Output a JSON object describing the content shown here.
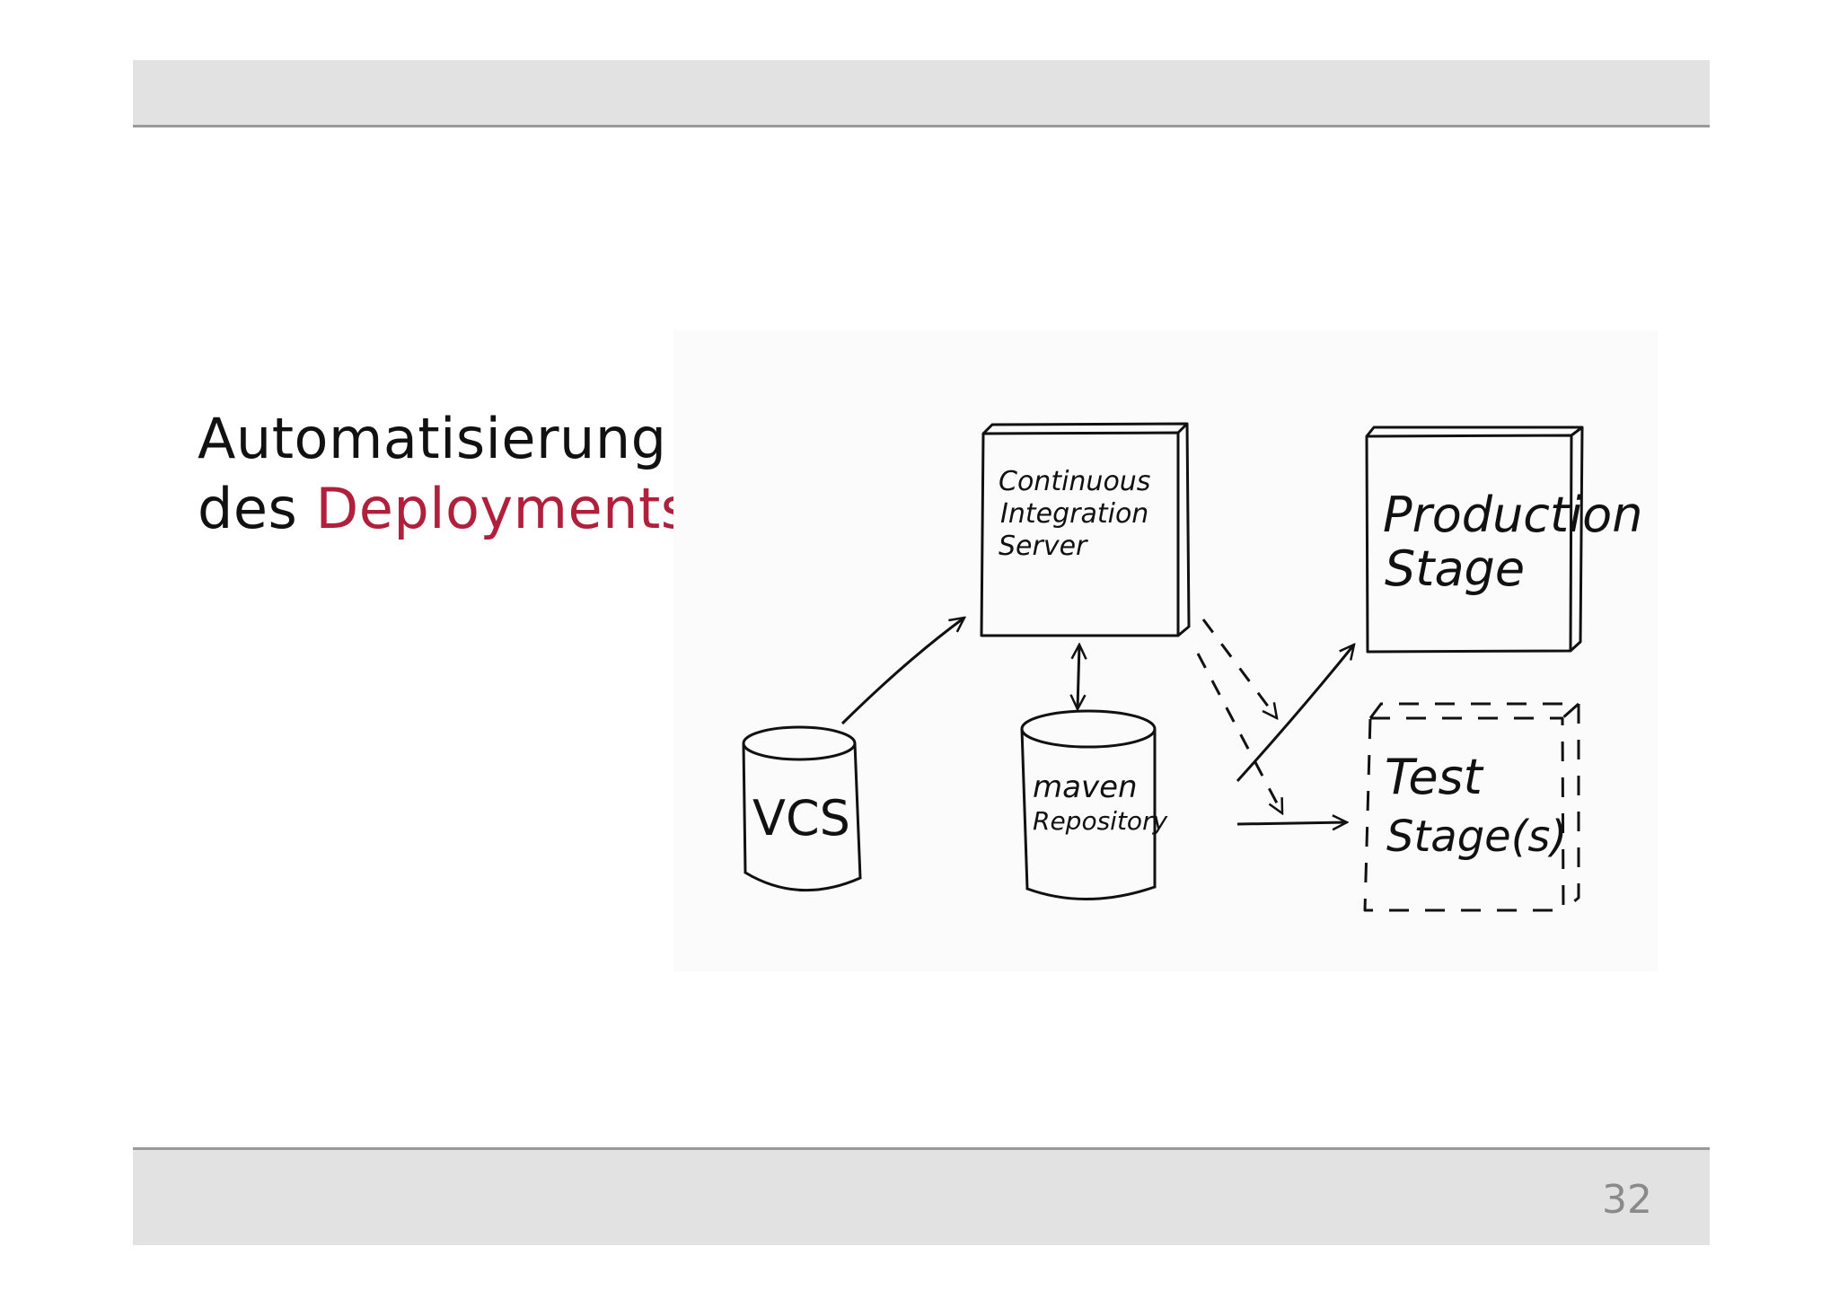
{
  "header": {},
  "slide": {
    "title_line1": "Automatisierung",
    "title_line2_prefix": "des",
    "title_line2_accent": "Deployments",
    "accent_color": "#b0203c"
  },
  "diagram": {
    "ci_server": {
      "line1": "Continuous",
      "line2": "Integration",
      "line3": "Server"
    },
    "production": {
      "line1": "Production",
      "line2": "Stage"
    },
    "test": {
      "line1": "Test",
      "line2": "Stage(s)"
    },
    "vcs": {
      "label": "VCS"
    },
    "maven": {
      "line1": "maven",
      "line2": "Repository"
    }
  },
  "footer": {
    "page_number": "32"
  }
}
